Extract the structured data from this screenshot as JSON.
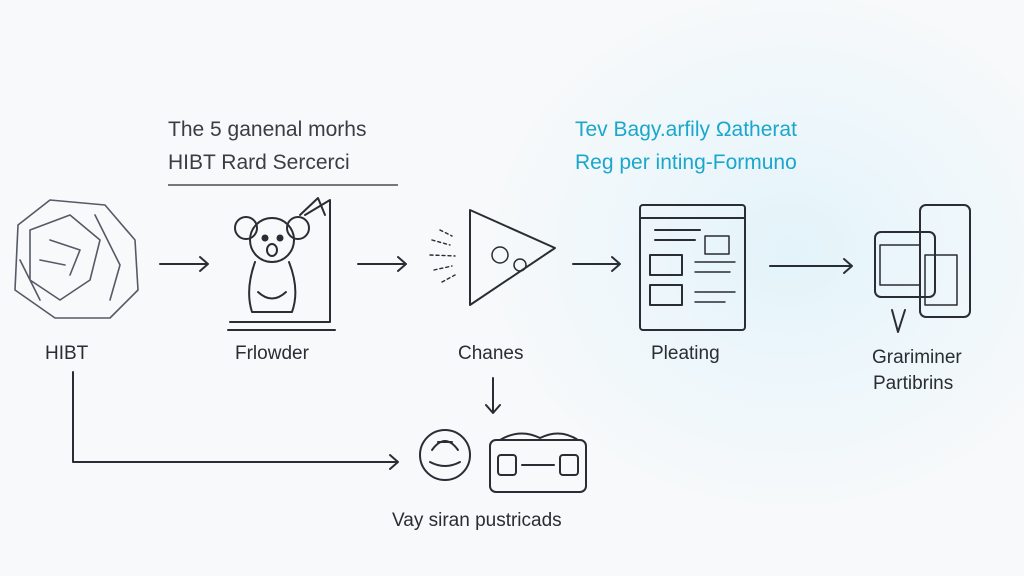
{
  "header_left": {
    "line1": "The 5 ganenal morhs",
    "line2": "HIBT Rard Sercerci"
  },
  "header_right": {
    "line1": "Tev Bagy.arfily Ωatherat",
    "line2": "Reg per inting-Formuno"
  },
  "nodes": [
    {
      "label": "HIBT",
      "icon": "crumpled-rock-icon"
    },
    {
      "label": "Frlowder",
      "icon": "koala-laptop-icon"
    },
    {
      "label": "Chanes",
      "icon": "triangle-play-icon"
    },
    {
      "label": "Pleating",
      "icon": "browser-window-icon"
    },
    {
      "label": "Grariminer Partibrins",
      "line1": "Grariminer",
      "line2": "Partibrins",
      "icon": "devices-icon"
    }
  ],
  "bottom": {
    "label": "Vay siran pustricads"
  },
  "colors": {
    "accent": "#1aa7cc",
    "stroke": "#2a2d33"
  }
}
